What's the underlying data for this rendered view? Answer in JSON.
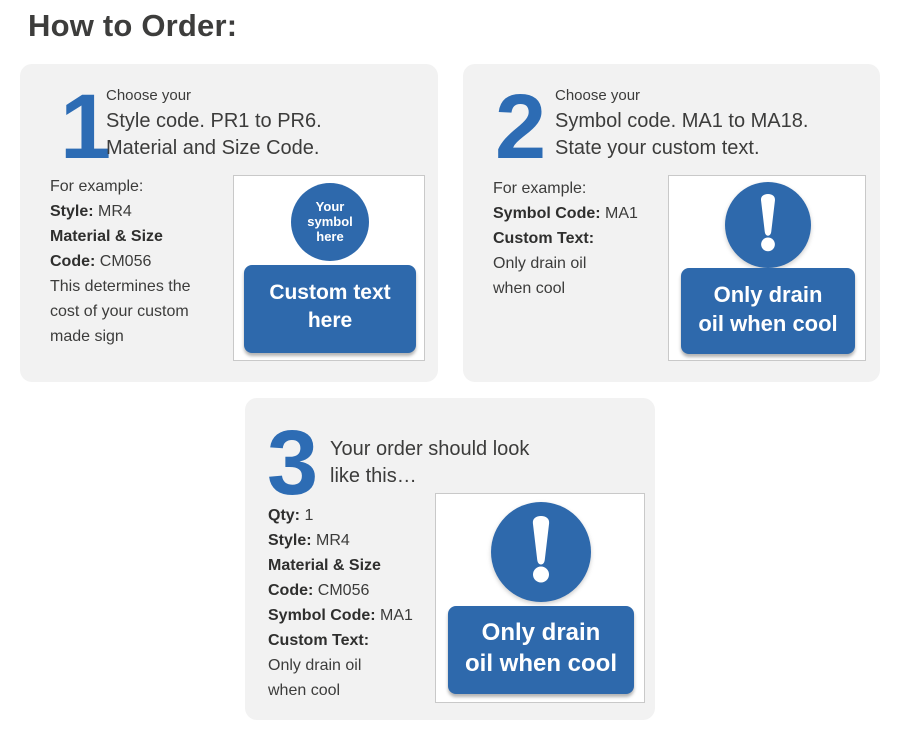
{
  "page": {
    "title": "How to Order:"
  },
  "colors": {
    "accent_blue": "#2d6cb4",
    "sign_blue": "#2e69ac",
    "card_background": "#f2f2f2",
    "text_dark": "#3c3c3b",
    "panel_border": "#c9c9c9"
  },
  "steps": {
    "step1": {
      "number": "1",
      "intro": "Choose your",
      "heading1": "Style code. PR1 to PR6.",
      "heading2": "Material and Size Code.",
      "example_intro": "For example:",
      "line1_label": "Style:",
      "line1_value": "MR4",
      "line2_label": "Material & Size",
      "line3_label": "Code:",
      "line3_value": "CM056",
      "note": "This determines the cost of your custom made sign",
      "sign": {
        "circle_line1": "Your",
        "circle_line2": "symbol",
        "circle_line3": "here",
        "panel_line1": "Custom text",
        "panel_line2": "here"
      }
    },
    "step2": {
      "number": "2",
      "intro": "Choose your",
      "heading1": "Symbol code. MA1 to MA18.",
      "heading2": "State your custom text.",
      "example_intro": "For example:",
      "line1_label": "Symbol Code:",
      "line1_value": "MA1",
      "line2_label": "Custom Text:",
      "note": "Only drain oil when cool",
      "sign": {
        "icon": "exclamation-icon",
        "panel_line1": "Only drain",
        "panel_line2": "oil when cool"
      }
    },
    "step3": {
      "number": "3",
      "heading1": "Your order should look",
      "heading2": "like this…",
      "line1_label": "Qty:",
      "line1_value": "1",
      "line2_label": "Style:",
      "line2_value": "MR4",
      "line3_label": "Material & Size",
      "line4_label": "Code:",
      "line4_value": "CM056",
      "line5_label": "Symbol Code:",
      "line5_value": "MA1",
      "line6_label": "Custom Text:",
      "note": "Only drain oil when cool",
      "sign": {
        "icon": "exclamation-icon",
        "panel_line1": "Only drain",
        "panel_line2": "oil when cool"
      }
    }
  }
}
